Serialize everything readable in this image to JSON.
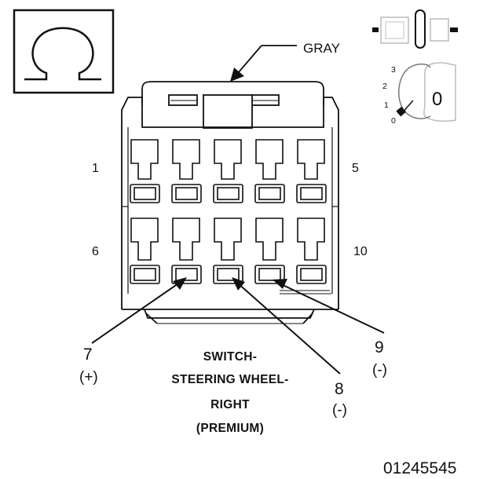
{
  "wire_color_label": "GRAY",
  "row_labels": {
    "top_left": "1",
    "top_right": "5",
    "bottom_left": "6",
    "bottom_right": "10"
  },
  "callouts": [
    {
      "id": "pin-7",
      "number": "7",
      "polarity": "(+)"
    },
    {
      "id": "pin-8",
      "number": "8",
      "polarity": "(-)"
    },
    {
      "id": "pin-9",
      "number": "9",
      "polarity": "(-)"
    }
  ],
  "caption": [
    "SWITCH-",
    "STEERING WHEEL-",
    "RIGHT",
    "(PREMIUM)"
  ],
  "ignition_positions": [
    "3",
    "2",
    "1",
    "0"
  ],
  "key_position_label": "0",
  "figure_code": "01245545"
}
